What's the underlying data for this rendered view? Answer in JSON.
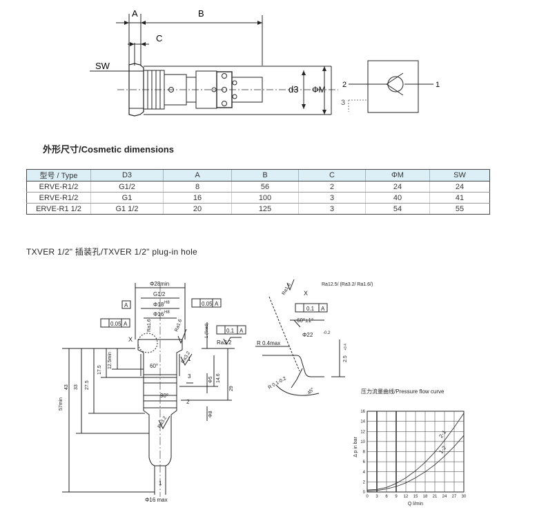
{
  "top_drawing": {
    "labels": {
      "a": "A",
      "b": "B",
      "c": "C",
      "sw": "SW",
      "d3": "d3",
      "m": "ΦM"
    },
    "symbol_ports": [
      "2",
      "1",
      "3"
    ]
  },
  "cosmetic": {
    "heading": "外形尺寸/Cosmetic dimensions",
    "columns": [
      "型号 / Type",
      "D3",
      "A",
      "B",
      "C",
      "ΦM",
      "SW"
    ],
    "rows": [
      [
        "ERVE-R1/2",
        "G1/2",
        "8",
        "56",
        "2",
        "24",
        "24"
      ],
      [
        "ERVE-R1/2",
        "G1",
        "16",
        "100",
        "3",
        "40",
        "41"
      ],
      [
        "ERVE-R1 1/2",
        "G1 1/2",
        "20",
        "125",
        "3",
        "54",
        "55"
      ]
    ]
  },
  "plugin": {
    "heading": "TXVER 1/2\" 插装孔/TXVER 1/2\" plug-in hole",
    "dims": {
      "d28": "Φ28min",
      "g12": "G1/2",
      "d18": "Φ18",
      "d18tol": "H8",
      "d16": "Φ16",
      "d16tol": "H8",
      "pos005a": "0.05",
      "pos005b": "0.05",
      "refA1": "A",
      "refA2": "A",
      "refA3": "A",
      "refA4": "A",
      "x": "X",
      "ra16": "Ra1.6",
      "ra16b": "Ra1.6",
      "ra32": "Ra3.2",
      "ra32b": "Ra3.2",
      "ra32c": "Ra3.2",
      "perp01": "0.1",
      "one_fixed": "1 (fixed)",
      "deg60": "60°",
      "deg90": "90°",
      "one": "1",
      "two": "2",
      "one_b": "1",
      "three": "3",
      "d5": "Φ5",
      "d8": "Φ8",
      "d16max": "Φ16 max",
      "l17_5": "17.5",
      "l12_5": "12.5min",
      "l14_6": "14.6",
      "l29": "29",
      "l27_5": "27.5",
      "l33": "33",
      "l43": "43",
      "l57": "57min"
    },
    "detail": {
      "ra_spec": "Ra12.5/ (Ra3.2/ Ra1.6/)",
      "ra16": "Ra1.6",
      "x": "X",
      "flat": "0.1",
      "a": "A",
      "deg60": "60°±1°",
      "d22": "Φ22",
      "d22tol": "-0.2",
      "r04": "R 0.4max",
      "r0102": "R 0.1-0.2",
      "h25": "2.5",
      "h25tol": "+0.4",
      "deg45": "45°"
    }
  },
  "chart_data": {
    "type": "line",
    "title": "压力流量曲线/Pressure flow curve",
    "xlabel": "Q l/min",
    "ylabel": "Δ p in bar",
    "xlim": [
      0,
      30
    ],
    "ylim": [
      0,
      16
    ],
    "x_ticks": [
      0,
      3,
      6,
      9,
      12,
      15,
      18,
      21,
      24,
      27,
      30
    ],
    "y_ticks": [
      0,
      2,
      4,
      6,
      8,
      10,
      12,
      14,
      16
    ],
    "grid": true,
    "series": [
      {
        "name": "2-1",
        "x": [
          0,
          3,
          6,
          9,
          12,
          15,
          18,
          21,
          24,
          27,
          30
        ],
        "values": [
          0.4,
          0.5,
          0.9,
          1.7,
          2.8,
          4.2,
          5.9,
          7.9,
          10.2,
          12.8,
          15.6
        ]
      },
      {
        "name": "1-2",
        "x": [
          0,
          3,
          6,
          9,
          12,
          15,
          18,
          21,
          24,
          27,
          30
        ],
        "values": [
          0.2,
          0.3,
          0.6,
          1.1,
          1.8,
          2.8,
          4.0,
          5.4,
          7.1,
          9.0,
          11.2
        ]
      }
    ]
  }
}
